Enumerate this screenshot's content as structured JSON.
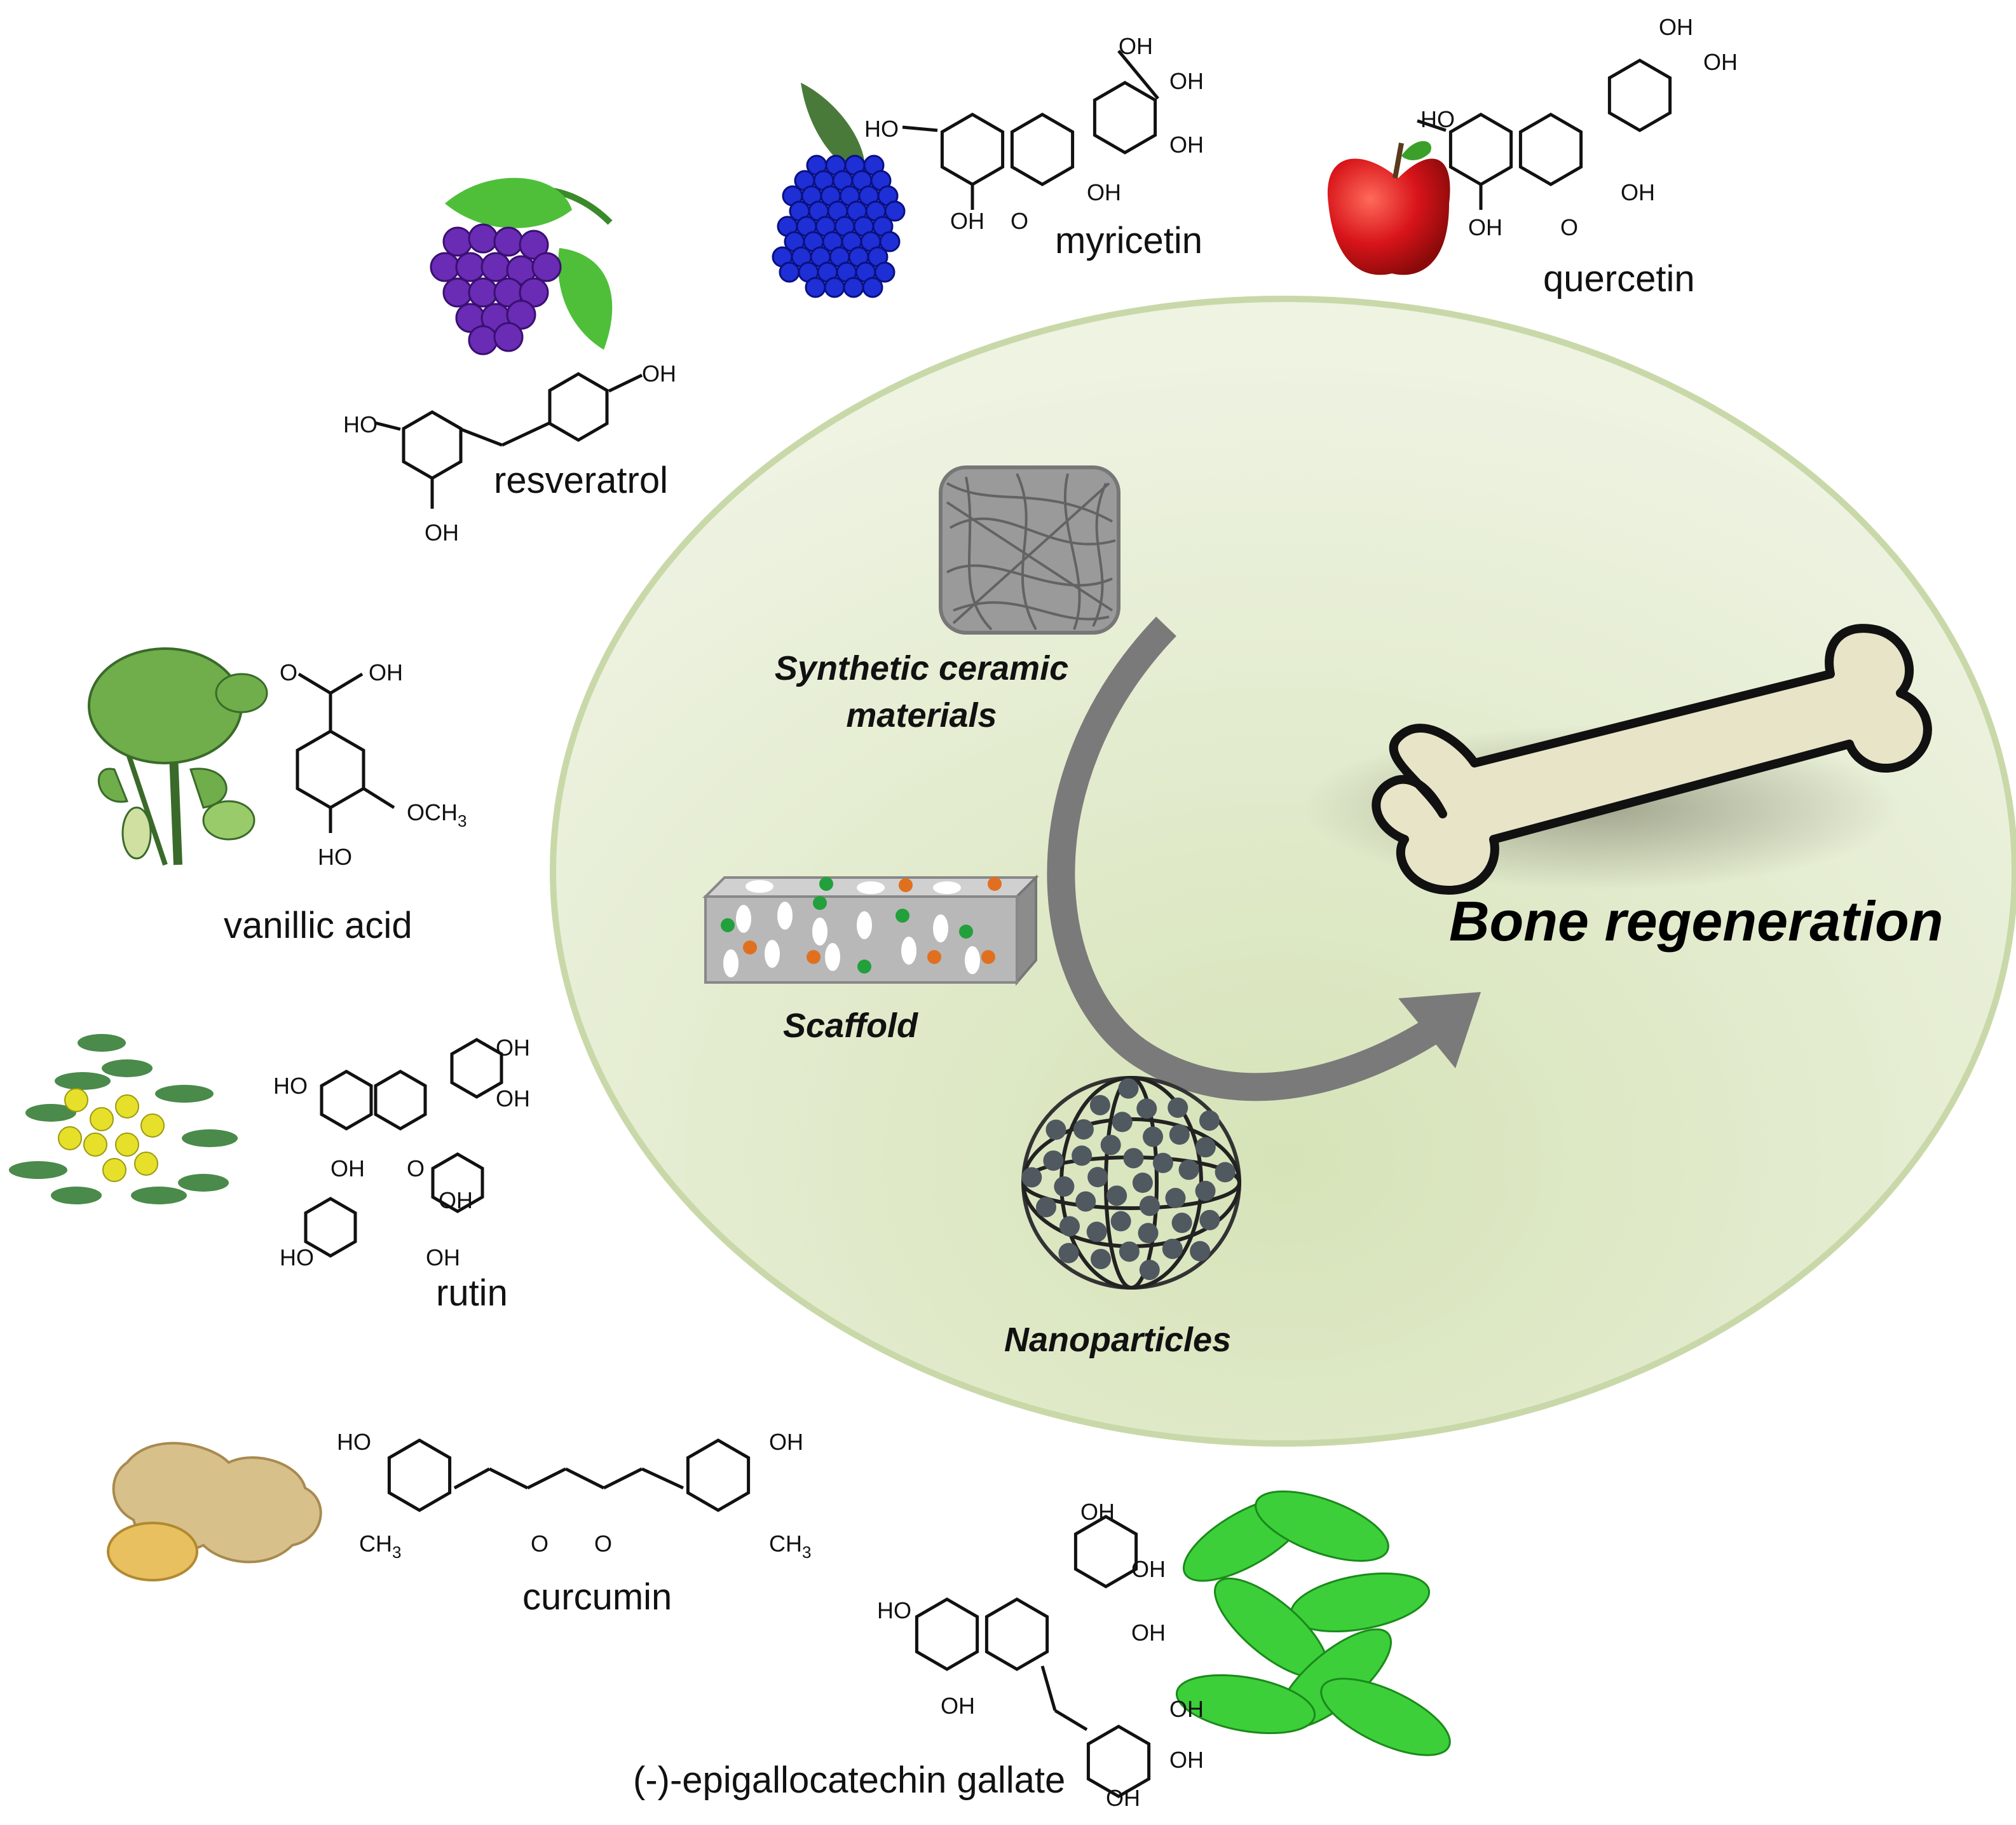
{
  "compounds": {
    "resveratrol": "resveratrol",
    "myricetin": "myricetin",
    "quercetin": "quercetin",
    "vanillic_acid": "vanillic acid",
    "rutin": "rutin",
    "curcumin": "curcumin",
    "egcg": "(-)-epigallocatechin gallate"
  },
  "materials": {
    "synthetic_line1": "Synthetic ceramic",
    "synthetic_line2": "materials",
    "scaffold": "Scaffold",
    "nanoparticles": "Nanoparticles"
  },
  "result": "Bone regeneration",
  "chem_labels": {
    "oh": "OH",
    "ho": "HO",
    "o": "O",
    "och3": "OCH",
    "ch3": "CH",
    "sub3": "3"
  },
  "colors": {
    "ellipse_fill": "#e6edd5",
    "ellipse_stroke": "#c9d8a8",
    "arrow": "#7a7a7a",
    "bone_fill": "#e8e4c8",
    "grape": "#6a2bb5",
    "berry": "#1e2fd6",
    "apple": "#d8141a",
    "leaf": "#4fbf3a",
    "ginger": "#d8c08a",
    "scaffold_body": "#b8b8b8",
    "dot_green": "#22a03c",
    "dot_orange": "#e07020",
    "nano": "#505860"
  },
  "icons": [
    "grape-icon",
    "blackberry-icon",
    "apple-icon",
    "angelica-plant-icon",
    "rue-plant-icon",
    "ginger-icon",
    "tea-leaves-icon",
    "fiber-mesh-icon",
    "scaffold-block-icon",
    "fullerene-icon",
    "bone-icon"
  ]
}
